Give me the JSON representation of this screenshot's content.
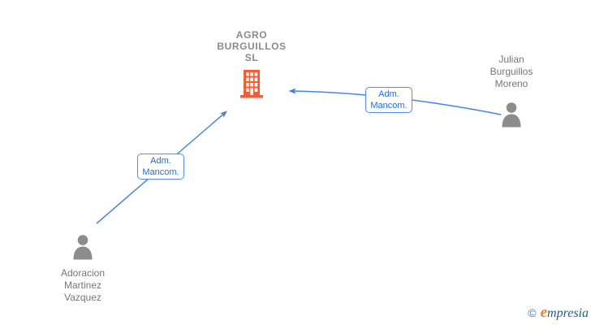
{
  "company": {
    "full_name": "AGRO BURGUILLOS SL",
    "name_lines": [
      "AGRO",
      "BURGUILLOS",
      "SL"
    ]
  },
  "persons": [
    {
      "full_name": "Adoracion Martinez Vazquez",
      "name_lines": [
        "Adoracion",
        "Martinez",
        "Vazquez"
      ]
    },
    {
      "full_name": "Julian Burguillos Moreno",
      "name_lines": [
        "Julian",
        "Burguillos",
        "Moreno"
      ]
    }
  ],
  "edges": [
    {
      "from": "Adoracion Martinez Vazquez",
      "to": "AGRO BURGUILLOS SL",
      "label_lines": [
        "Adm.",
        "Mancom."
      ]
    },
    {
      "from": "Julian Burguillos Moreno",
      "to": "AGRO BURGUILLOS SL",
      "label_lines": [
        "Adm.",
        "Mancom."
      ]
    }
  ],
  "watermark": {
    "copyright": "©",
    "brand_initial": "e",
    "brand_rest": "mpresia"
  },
  "colors": {
    "edge_blue": "#4285f4",
    "arrow_blue": "#3e7de8",
    "label_border_blue": "#4f8df5",
    "label_text_blue": "#2470d6",
    "building_orange": "#ff5a2b",
    "person_gray": "#8c8c8c",
    "company_text_gray": "#8a8a8a",
    "person_text_gray": "#757575",
    "watermark_blue": "#2f80c3",
    "watermark_orange": "#f07c2e"
  }
}
